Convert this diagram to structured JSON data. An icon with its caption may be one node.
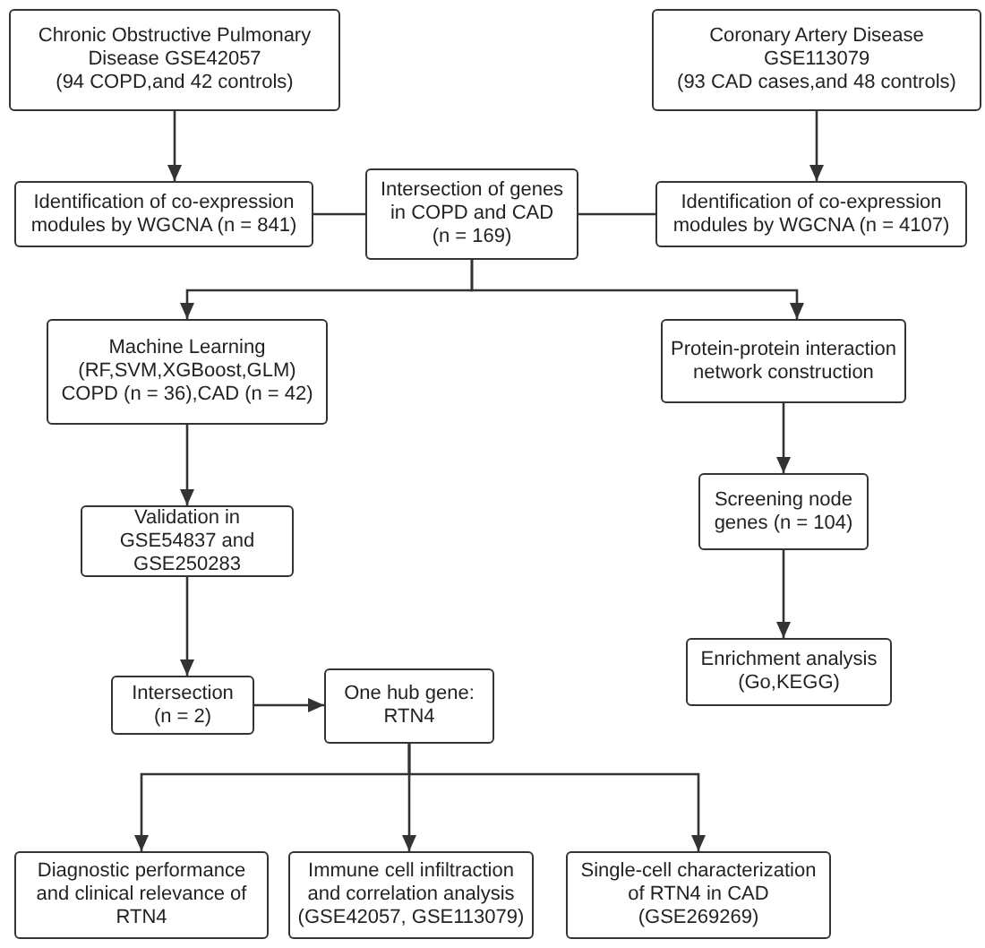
{
  "diagram": {
    "nodes": [
      {
        "text": [
          "Chronic Obstructive Pulmonary Disease GSE42057",
          "(94 COPD,and 42 controls)"
        ]
      },
      {
        "text": [
          "Coronary Artery Disease GSE113079",
          "(93 CAD cases,and 48 controls)"
        ]
      },
      {
        "text": [
          "Identification of co-expression modules by WGCNA (n = 841)"
        ]
      },
      {
        "text": [
          "Intersection of genes in COPD and CAD",
          "(n = 169)"
        ]
      },
      {
        "text": [
          "Identification of co-expression modules by WGCNA (n = 4107)"
        ]
      },
      {
        "text": [
          "Machine Learning",
          "(RF,SVM,XGBoost,GLM)",
          "COPD (n = 36),CAD (n = 42)"
        ]
      },
      {
        "text": [
          "Protein-protein interaction network construction"
        ]
      },
      {
        "text": [
          "Validation in GSE54837 and GSE250283"
        ]
      },
      {
        "text": [
          "Screening node genes (n = 104)"
        ]
      },
      {
        "text": [
          "Intersection",
          "(n = 2)"
        ]
      },
      {
        "text": [
          "Enrichment analysis",
          "(Go,KEGG)"
        ]
      },
      {
        "text": [
          "One hub gene:",
          "RTN4"
        ]
      },
      {
        "text": [
          "Diagnostic performance and clinical relevance of RTN4"
        ]
      },
      {
        "text": [
          "Immune cell infiltraction and correlation analysis",
          "(GSE42057, GSE113079)"
        ]
      },
      {
        "text": [
          "Single-cell characterization of RTN4 in CAD",
          "(GSE269269)"
        ]
      }
    ],
    "edges": [
      {
        "from": 0,
        "to": 2,
        "arrow": "to"
      },
      {
        "from": 1,
        "to": 4,
        "arrow": "to"
      },
      {
        "from": 2,
        "to": 3,
        "arrow": "none"
      },
      {
        "from": 3,
        "to": 4,
        "arrow": "none"
      },
      {
        "from": 3,
        "to": 5,
        "arrow": "to"
      },
      {
        "from": 3,
        "to": 6,
        "arrow": "to"
      },
      {
        "from": 5,
        "to": 7,
        "arrow": "to"
      },
      {
        "from": 7,
        "to": 9,
        "arrow": "to"
      },
      {
        "from": 9,
        "to": 11,
        "arrow": "to"
      },
      {
        "from": 6,
        "to": 8,
        "arrow": "to"
      },
      {
        "from": 8,
        "to": 10,
        "arrow": "to"
      },
      {
        "from": 11,
        "to": 12,
        "arrow": "to"
      },
      {
        "from": 11,
        "to": 13,
        "arrow": "to"
      },
      {
        "from": 11,
        "to": 14,
        "arrow": "to"
      }
    ]
  }
}
